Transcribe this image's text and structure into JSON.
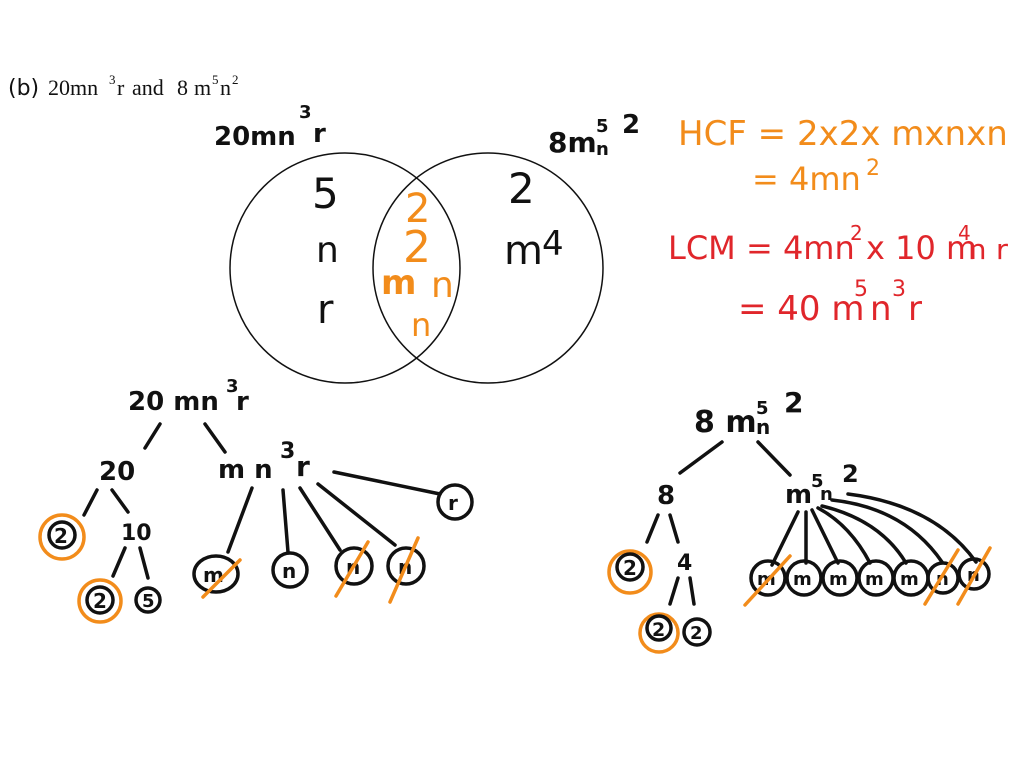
{
  "question": {
    "label": "(b)",
    "expr1": {
      "base": "20mn",
      "exp": "3",
      "tail": "r"
    },
    "connector": "and",
    "expr2": {
      "coef": "8",
      "m": "m",
      "mexp": "5",
      "n": "n",
      "nexp": "2"
    }
  },
  "venn": {
    "left_label": {
      "base": "20mn",
      "exp": "3",
      "tail": "r"
    },
    "right_label": {
      "base": "8m",
      "exp1": "5",
      "mid": "n",
      "exp2": "2"
    },
    "left_only": [
      "5",
      "n",
      "r"
    ],
    "intersection": [
      "2",
      "2",
      "m",
      "n",
      "n"
    ],
    "right_only": {
      "num": "2",
      "var": "m",
      "exp": "4"
    }
  },
  "hcf": {
    "line1": "HCF = 2x2x mxnxn",
    "line2": "= 4mn",
    "line2_exp": "2"
  },
  "lcm": {
    "line1": {
      "a": "LCM = 4mn",
      "a_exp": "2",
      "b": "x 10 m",
      "b_exp": "4",
      "c": "n r"
    },
    "line2": {
      "a": "= 40 m",
      "a_exp": "5",
      "b": "n",
      "b_exp": "3",
      "c": "r"
    }
  },
  "tree_left": {
    "root": {
      "base": "20 mn",
      "exp": "3",
      "tail": "r"
    },
    "num_node": "20",
    "num_sub": "10",
    "var_node": {
      "base": "m n",
      "exp": "3",
      "tail": "r"
    },
    "leaves": [
      "2",
      "2",
      "5",
      "m",
      "n",
      "n",
      "n",
      "r"
    ]
  },
  "tree_right": {
    "root": {
      "base": "8 m",
      "exp1": "5",
      "mid": "n",
      "exp2": "2"
    },
    "num_node": "8",
    "num_sub": "4",
    "var_node": {
      "base": "m",
      "exp1": "5",
      "mid": "n",
      "exp2": "2"
    },
    "leaves": [
      "2",
      "2",
      "2",
      "m",
      "m",
      "m",
      "m",
      "m",
      "n",
      "n"
    ]
  },
  "colors": {
    "ink": "#111111",
    "orange": "#f28c1b",
    "red": "#e0262b"
  }
}
